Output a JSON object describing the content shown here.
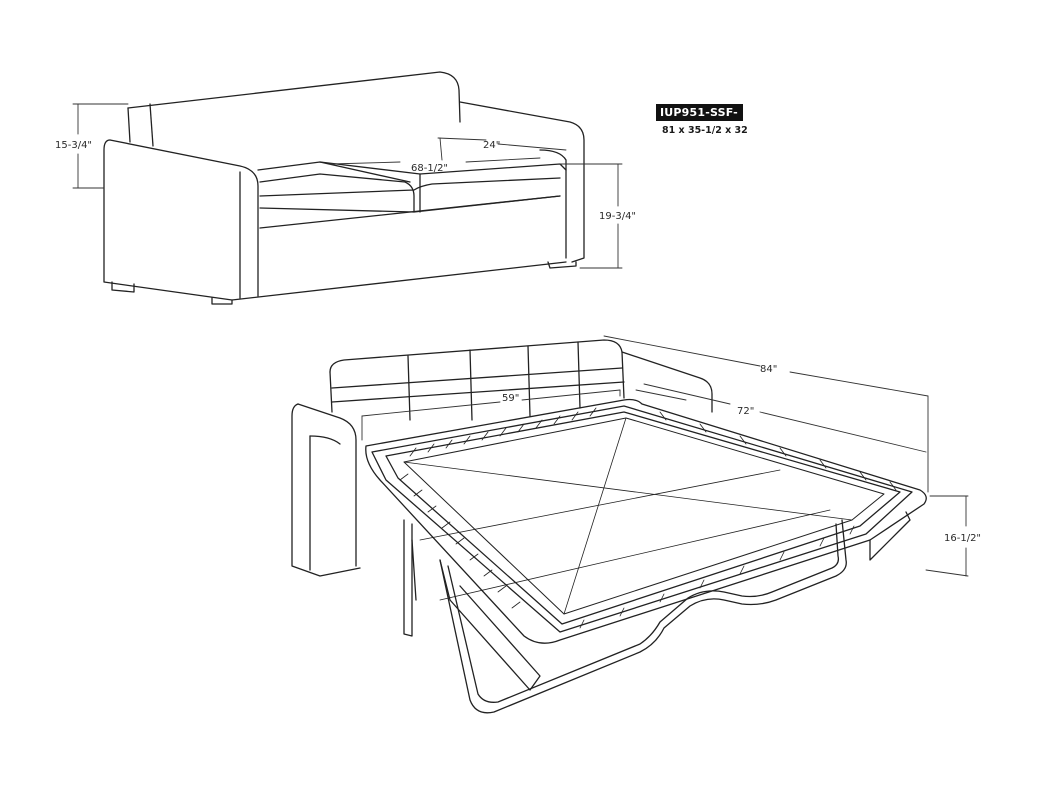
{
  "product": {
    "code": "IUP951-SSF-",
    "overall_size": "81 x 35-1/2 x 32"
  },
  "sofa": {
    "dims": {
      "back_height": "15-3/4\"",
      "seat_depth": "24\"",
      "seat_width": "68-1/2\"",
      "seat_height": "19-3/4\""
    }
  },
  "sleeper": {
    "dims": {
      "open_length": "84\"",
      "mattress_length": "72\"",
      "mattress_width": "59\"",
      "frame_height": "16-1/2\""
    }
  },
  "colors": {
    "line": "#222222",
    "label_bg": "#111111"
  }
}
